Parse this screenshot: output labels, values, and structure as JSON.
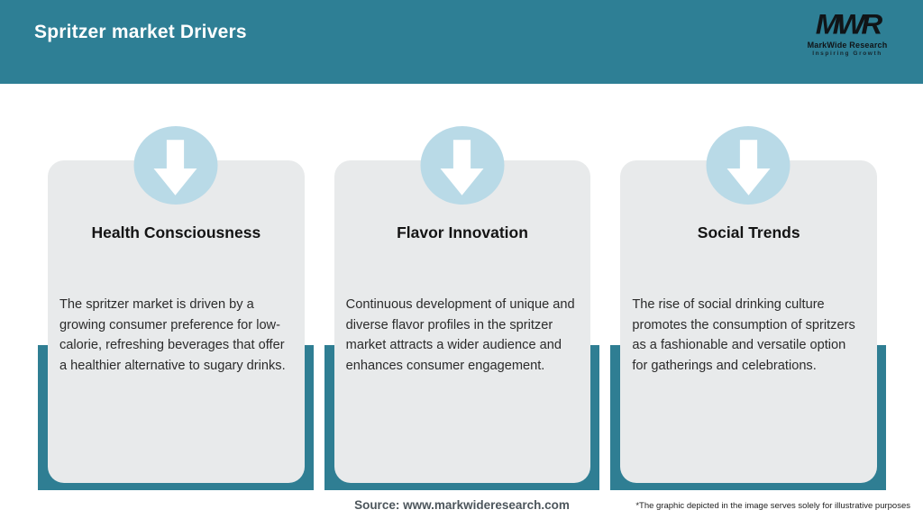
{
  "header": {
    "title": "Spritzer market Drivers",
    "logo": {
      "mark": "MWR",
      "name": "MarkWide Research",
      "tagline": "Inspiring Growth"
    }
  },
  "cards": [
    {
      "icon": "down-arrow-icon",
      "title": "Health Consciousness",
      "description": "The spritzer market is driven by a growing consumer preference for low-calorie, refreshing beverages that offer a healthier alternative to sugary drinks."
    },
    {
      "icon": "down-arrow-icon",
      "title": "Flavor Innovation",
      "description": "Continuous development of unique and diverse flavor profiles in the spritzer market attracts a wider audience and enhances consumer engagement."
    },
    {
      "icon": "down-arrow-icon",
      "title": "Social Trends",
      "description": "The rise of social drinking culture promotes the consumption of spritzers as a fashionable and versatile option for gatherings and celebrations."
    }
  ],
  "footer": {
    "source": "Source: www.markwideresearch.com",
    "disclaimer": "*The graphic depicted in the image serves solely for illustrative purposes"
  },
  "icons": {
    "down_arrow": "⬇"
  },
  "colors": {
    "header_teal": "#2e7f95",
    "band_teal": "#2f7e93",
    "circle_blue": "#b9dae7",
    "card_gray": "#e8eaeb"
  }
}
